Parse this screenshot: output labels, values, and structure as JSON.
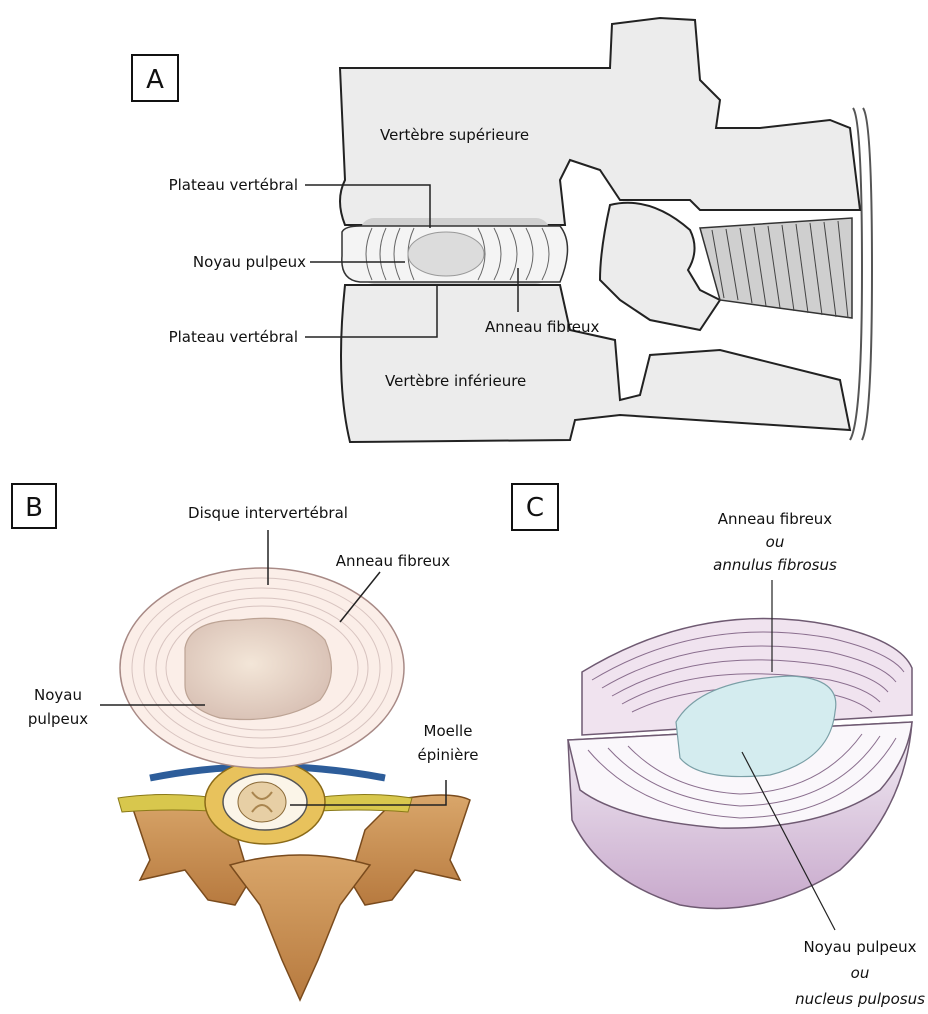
{
  "panels": {
    "a": {
      "letter": "A",
      "labels": {
        "upper_vertebra": "Vertèbre supérieure",
        "endplate_top": "Plateau vertébral",
        "nucleus": "Noyau pulpeux",
        "endplate_bottom": "Plateau vertébral",
        "annulus": "Anneau fibreux",
        "lower_vertebra": "Vertèbre inférieure"
      }
    },
    "b": {
      "letter": "B",
      "labels": {
        "disc": "Disque intervertébral",
        "annulus": "Anneau fibreux",
        "nucleus_line1": "Noyau",
        "nucleus_line2": "pulpeux",
        "cord_line1": "Moelle",
        "cord_line2": "épinière"
      }
    },
    "c": {
      "letter": "C",
      "labels": {
        "annulus_fr": "Anneau fibreux",
        "annulus_or": "ou",
        "annulus_la": "annulus fibrosus",
        "nucleus_fr": "Noyau pulpeux",
        "nucleus_or": "ou",
        "nucleus_la": "nucleus pulposus"
      }
    }
  }
}
